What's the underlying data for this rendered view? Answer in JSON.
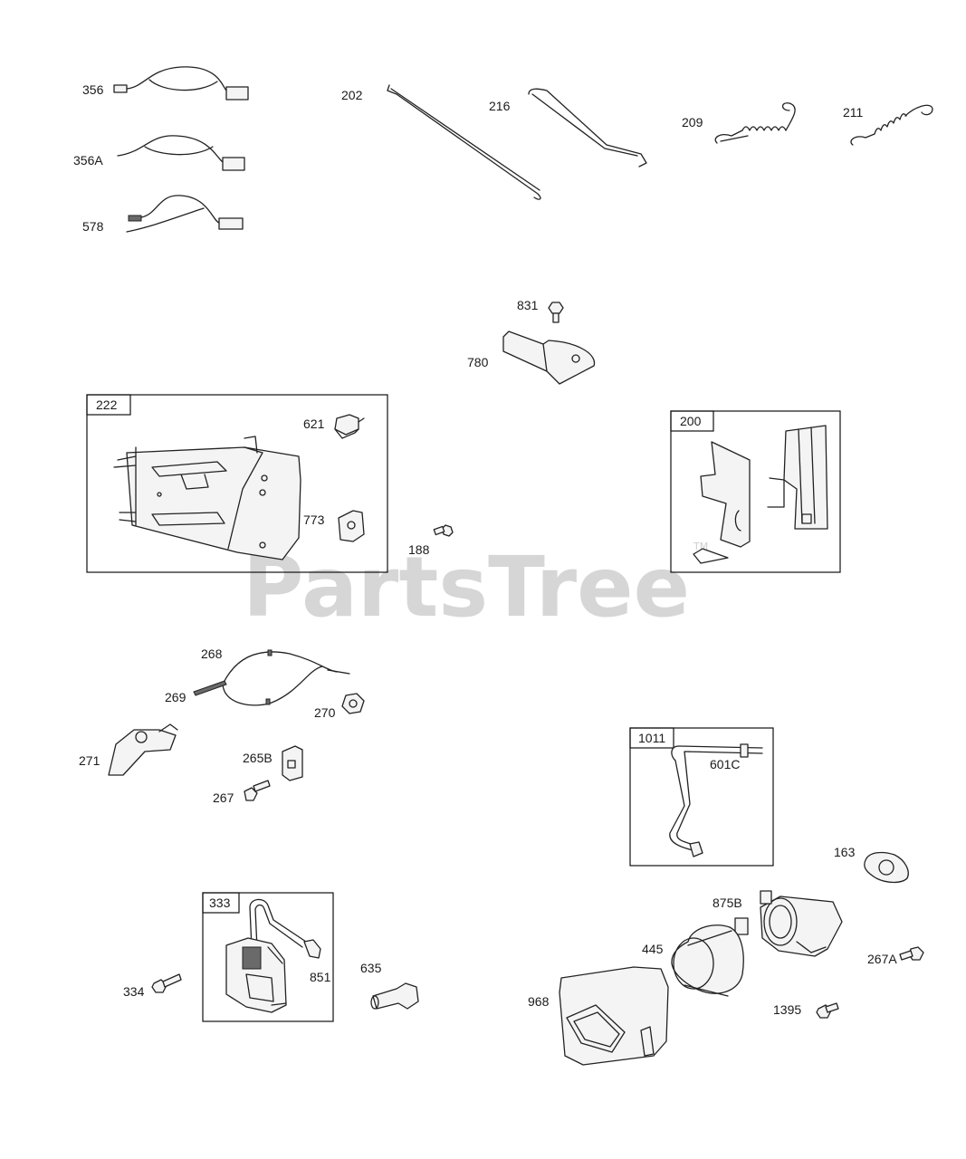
{
  "watermark": {
    "text": "PartsTree",
    "mark": "TM"
  },
  "groups": [
    {
      "id": "g222",
      "label": "222"
    },
    {
      "id": "g200",
      "label": "200"
    },
    {
      "id": "g1011",
      "label": "1011"
    },
    {
      "id": "g333",
      "label": "333"
    }
  ],
  "callouts": [
    "356",
    "356A",
    "578",
    "202",
    "216",
    "209",
    "211",
    "831",
    "780",
    "621",
    "773",
    "188",
    "268",
    "269",
    "270",
    "271",
    "265B",
    "267",
    "601C",
    "163",
    "875B",
    "445",
    "267A",
    "968",
    "1395",
    "334",
    "851",
    "635"
  ],
  "colors": {
    "line": "#222222",
    "watermark": "#cfcfcf",
    "background": "#ffffff"
  }
}
